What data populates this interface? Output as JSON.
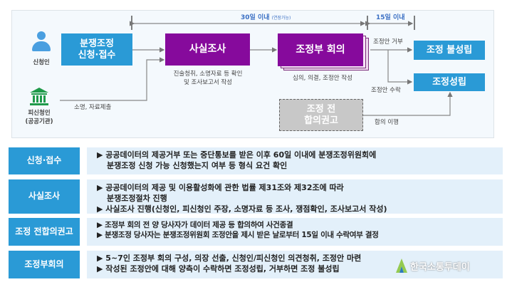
{
  "diagram": {
    "applicant_label": "신청인",
    "respondent_label": [
      "피신청인",
      "(공공기관)"
    ],
    "submit_label": "소명, 자료제출",
    "timeline_30": "30일 이내",
    "timeline_30_note": "(연장가능)",
    "timeline_15": "15일 이내",
    "box_apply": [
      "분쟁조정",
      "신청·접수"
    ],
    "box_fact": "사실조사",
    "fact_caption": [
      "진술청취, 소명자료 등 확인",
      "및 조사보고서 작성"
    ],
    "box_committee": "조정부 회의",
    "committee_caption": "심의, 의결, 조정안 작성",
    "reject_label": "조정안 거부",
    "accept_label": "조정안 수락",
    "box_fail": "조정 불성립",
    "box_success": "조정성립",
    "box_pre": [
      "조정 전",
      "합의권고"
    ],
    "fulfill_label": "합의 이행",
    "colors": {
      "blue": "#2a9ad6",
      "purple": "#860a9c",
      "gray": "#c8c8c8",
      "panel": "#f4f9fd",
      "row_bg": "#e3f0fa"
    }
  },
  "rows": [
    {
      "label": [
        "신청·접수"
      ],
      "lines": [
        [
          "▶ 공공데이터의 제공거부 또는 중단통보를 받은 이후 60일 이내에 분쟁조정위원회에",
          false
        ],
        [
          "분쟁조정 신청 가능 신청했는지 여부 등 형식 요건 확인",
          true
        ]
      ]
    },
    {
      "label": [
        "사실조사"
      ],
      "lines": [
        [
          "▶ 공공데이터의 제공 및 이용활성화에 관한 법률 제31조와 제32조에 따라",
          false
        ],
        [
          "분쟁조정절차 진행",
          true
        ],
        [
          "▶ 사실조사 진행(신청인, 피신청인 주장, 소명자료 등 조사, 쟁점확인, 조사보고서 작성)",
          false
        ]
      ]
    },
    {
      "label": [
        "조정 전",
        "합의권고"
      ],
      "lines": [
        [
          "▶ 조정부 회의 전 양 당사자가 데이터 제공 등 합의하여 사건종결",
          false
        ],
        [
          "▶ 분쟁조정 당사자는 분쟁조정위원회 조정안을 제시 받은 날로부터 15일 이내 수락여부 결정",
          false
        ]
      ]
    },
    {
      "label": [
        "조정부회의"
      ],
      "lines": [
        [
          "▶  5~7인 조정부 회의 구성, 의장 선출, 신청인/피신청인 의견청취, 조정안 마련",
          false
        ],
        [
          "▶ 작성된 조정안에 대해 양측이 수락하면 조정성립, 거부하면 조정 불성립",
          false
        ]
      ]
    }
  ],
  "watermark": "한국소통투데이"
}
